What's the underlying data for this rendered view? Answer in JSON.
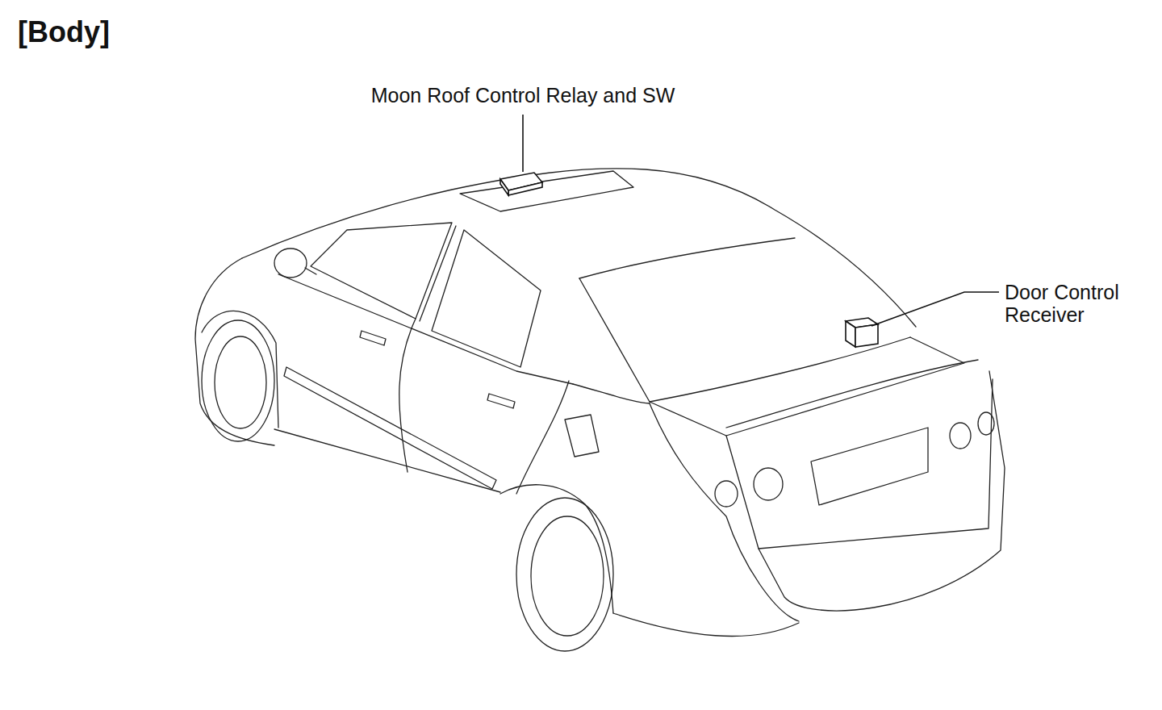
{
  "diagram": {
    "title": "[Body]",
    "labels": [
      "Moon Roof Control Relay and SW",
      "Door Control Receiver"
    ]
  }
}
